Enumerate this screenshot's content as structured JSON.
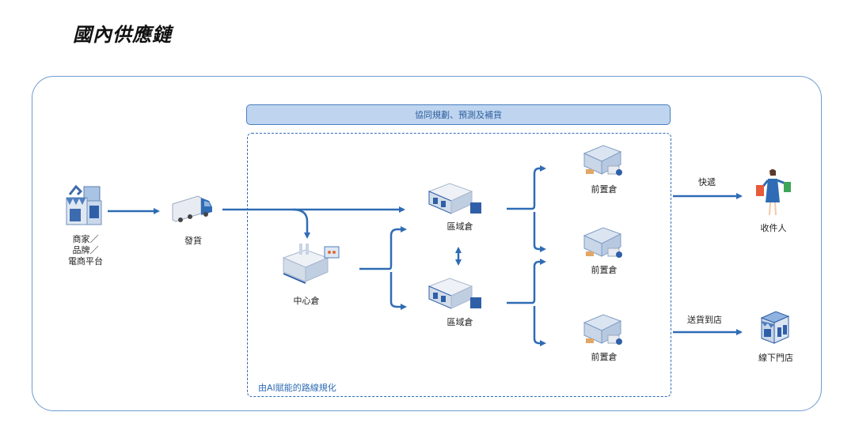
{
  "title": "國內供應鏈",
  "banner": "協同規劃、預測及補貨",
  "ai_label": "由AI賦能的路線規化",
  "colors": {
    "accent": "#2f6cb5",
    "banner_fill": "#bfd5ef",
    "border": "#6f9bcf"
  },
  "nodes": {
    "merchant": {
      "lines": [
        "商家／",
        "品牌／",
        "電商平台"
      ],
      "icon": "merchant-store-icon"
    },
    "shipping": {
      "label": "發貨",
      "icon": "truck-icon"
    },
    "central": {
      "label": "中心倉",
      "icon": "central-warehouse-icon"
    },
    "regional_top": {
      "label": "區域倉",
      "icon": "regional-warehouse-icon"
    },
    "regional_bottom": {
      "label": "區域倉",
      "icon": "regional-warehouse-icon"
    },
    "forward_1": {
      "label": "前置倉",
      "icon": "forward-warehouse-icon"
    },
    "forward_2": {
      "label": "前置倉",
      "icon": "forward-warehouse-icon"
    },
    "forward_3": {
      "label": "前置倉",
      "icon": "forward-warehouse-icon"
    },
    "recipient": {
      "label": "收件人",
      "icon": "shopper-icon"
    },
    "offline_store": {
      "label": "線下門店",
      "icon": "storefront-icon"
    }
  },
  "edges": {
    "express": "快遞",
    "store_delivery": "送貨到店"
  }
}
